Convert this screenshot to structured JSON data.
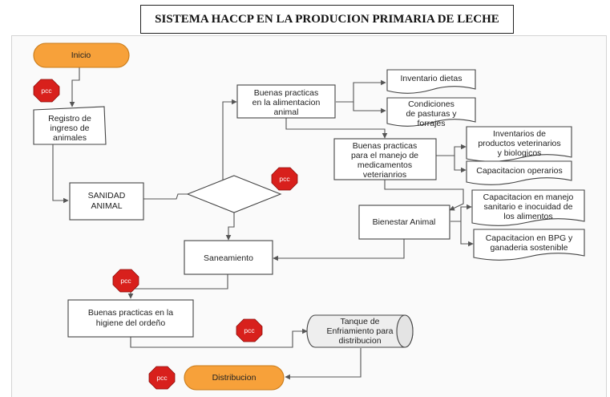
{
  "title": "SISTEMA HACCP EN LA PRODUCION PRIMARIA DE LECHE",
  "nodes": {
    "inicio": "Inicio",
    "registro": [
      "Registro de",
      "ingreso de",
      "animales"
    ],
    "sanidad": [
      "SANIDAD",
      "ANIMAL"
    ],
    "saneamiento": "Saneamiento",
    "higiene": [
      "Buenas practicas en la",
      "higiene del ordeño"
    ],
    "distribucion": "Distribucion",
    "alimentacion": [
      "Buenas practicas",
      "en la alimentacion",
      "animal"
    ],
    "inventario_dietas": "Inventario dietas",
    "condiciones": [
      "Condiciones",
      "de pasturas y",
      "forrajes"
    ],
    "medicamentos": [
      "Buenas practicas",
      "para el manejo de",
      "medicamentos",
      "veterianrios"
    ],
    "inventarios_productos": [
      "Inventarios de",
      "productos veterinarios",
      "y biologicos"
    ],
    "capacitacion_operarios": "Capacitacion operarios",
    "bienestar": "Bienestar Animal",
    "capacitacion_manejo": [
      "Capacitacion en manejo",
      "sanitario e inocuidad de",
      "los alimentos"
    ],
    "capacitacion_bpg": [
      "Capacitacion en BPG y",
      "ganaderia sostenible"
    ],
    "tanque": [
      "Tanque de",
      "Enfriamiento para",
      "distribucion"
    ]
  },
  "pcc_label": "pcc",
  "colors": {
    "terminal": "#f7a13a",
    "pcc": "#d8201c"
  }
}
